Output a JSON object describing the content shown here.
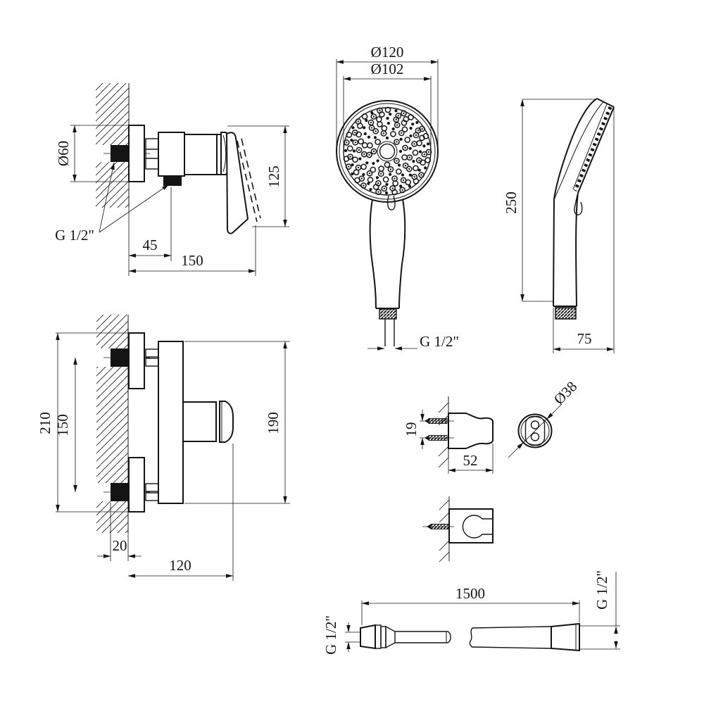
{
  "colors": {
    "background": "#ffffff",
    "line": "#141414"
  },
  "views": {
    "mixer_side": {
      "dims": {
        "rosette_diameter": "Ø60",
        "height_to_handle": "125",
        "outlet_offset": "45",
        "depth": "150",
        "thread": "G 1/2\""
      }
    },
    "head_front": {
      "dims": {
        "outer_diameter": "Ø120",
        "face_diameter": "Ø102",
        "thread": "G 1/2\""
      }
    },
    "head_side": {
      "dims": {
        "length": "250",
        "depth": "75"
      }
    },
    "mixer_front": {
      "dims": {
        "overall_height": "210",
        "connection_centers": "150",
        "body_height": "190",
        "wall_offset": "20",
        "depth": "120"
      }
    },
    "holder_side": {
      "dims": {
        "screw_spacing": "19",
        "depth": "52"
      }
    },
    "holder_back": {
      "dims": {
        "diameter": "Ø38"
      }
    },
    "hose": {
      "dims": {
        "length": "1500",
        "thread_left": "G 1/2\"",
        "thread_right": "G 1/2\""
      }
    }
  }
}
